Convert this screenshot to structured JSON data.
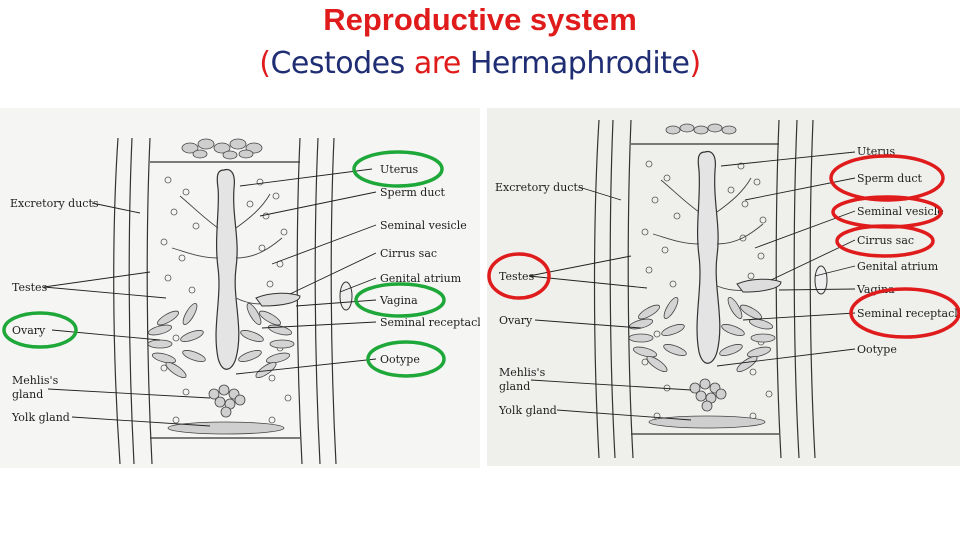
{
  "slide": {
    "title": "Reproductive system",
    "subtitle": {
      "open": "(",
      "word1": "Cestodes",
      "word2": "are",
      "word3": "Hermaphrodite",
      "close": ")"
    }
  },
  "left_diagram": {
    "labels": {
      "uterus": "Uterus",
      "sperm_duct": "Sperm duct",
      "seminal_vesicle": "Seminal vesicle",
      "cirrus_sac": "Cirrus sac",
      "genital_atrium": "Genital atrium",
      "vagina": "Vagina",
      "seminal_receptacle": "Seminal receptacle",
      "ootype": "Ootype",
      "excretory_ducts": "Excretory ducts",
      "testes": "Testes",
      "ovary": "Ovary",
      "mehlis_line1": "Mehlis's",
      "mehlis_line2": "gland",
      "yolk_gland": "Yolk gland"
    },
    "highlight_color": "#1fa83a",
    "highlighted": [
      "Uterus",
      "Vagina",
      "Ootype",
      "Ovary"
    ]
  },
  "right_diagram": {
    "labels": {
      "uterus": "Uterus",
      "sperm_duct": "Sperm duct",
      "seminal_vesicle": "Seminal vesicle",
      "cirrus_sac": "Cirrus sac",
      "genital_atrium": "Genital atrium",
      "vagina": "Vagina",
      "seminal_receptacle": "Seminal receptacle",
      "ootype": "Ootype",
      "excretory_ducts": "Excretory ducts",
      "testes": "Testes",
      "ovary": "Ovary",
      "mehlis_line1": "Mehlis's",
      "mehlis_line2": "gland",
      "yolk_gland": "Yolk gland"
    },
    "highlight_color": "#e01b1b",
    "highlighted": [
      "Sperm duct",
      "Seminal vesicle",
      "Cirrus sac",
      "Testes",
      "Seminal receptacle"
    ]
  }
}
